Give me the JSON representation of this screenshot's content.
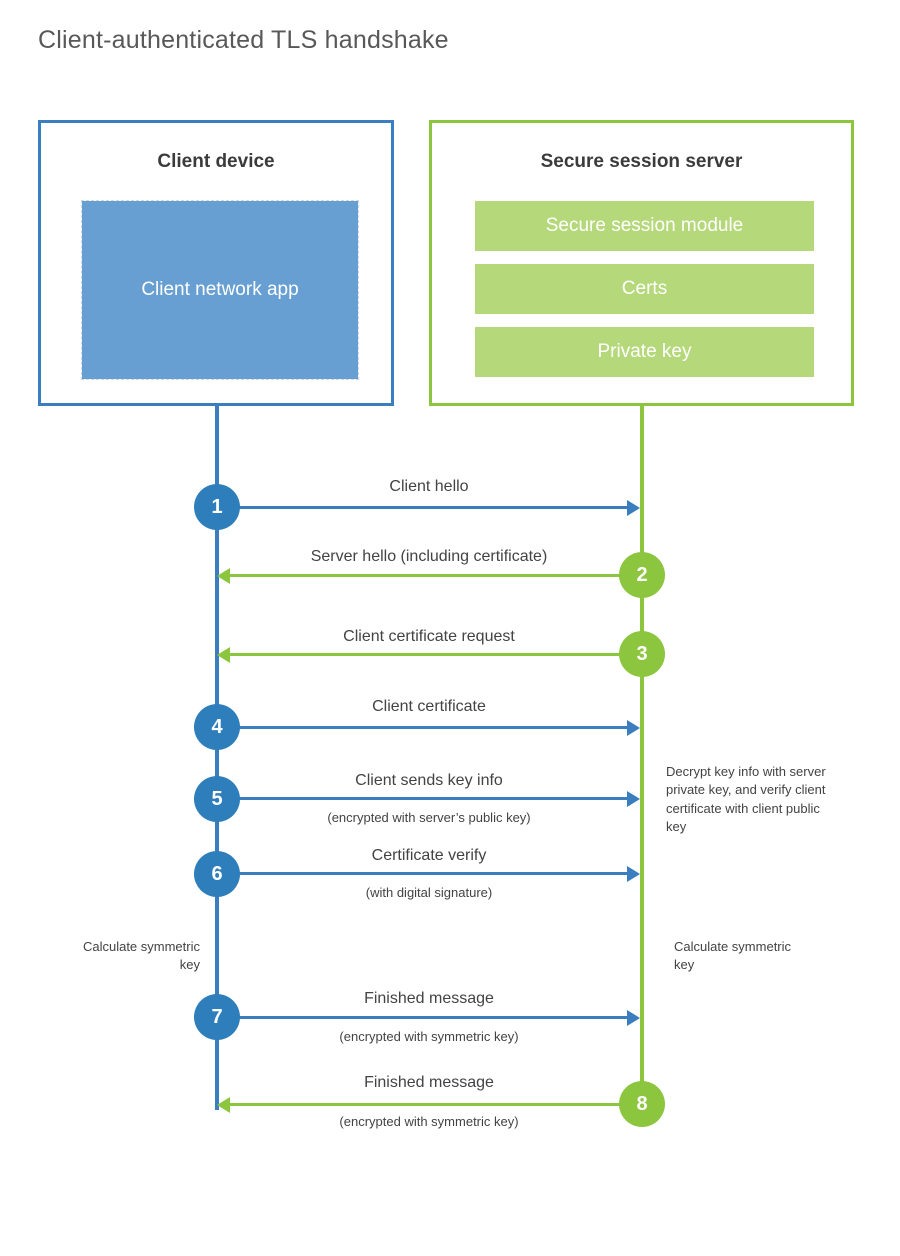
{
  "title": "Client-authenticated TLS handshake",
  "colors": {
    "client_blue": "#3b7ebf",
    "client_circle_blue": "#2e7ebb",
    "client_app_fill": "#679fd2",
    "server_green": "#8cc63e",
    "server_bar_fill": "#b5d97a",
    "text_dark": "#434343",
    "title_gray": "#585858"
  },
  "client": {
    "title": "Client device",
    "app_label": "Client network app"
  },
  "server": {
    "title": "Secure session server",
    "components": [
      {
        "label": "Secure session module"
      },
      {
        "label": "Certs"
      },
      {
        "label": "Private key"
      }
    ]
  },
  "notes": {
    "server_decrypt": "Decrypt key info with server private key, and verify client certificate with client public key",
    "client_calculate": "Calculate symmetric key",
    "server_calculate": "Calculate symmetric key"
  },
  "steps": [
    {
      "number": "1",
      "label": "Client hello",
      "sub": "",
      "direction": "client-to-server",
      "side": "client"
    },
    {
      "number": "2",
      "label": "Server hello (including certificate)",
      "sub": "",
      "direction": "server-to-client",
      "side": "server"
    },
    {
      "number": "3",
      "label": "Client certificate request",
      "sub": "",
      "direction": "server-to-client",
      "side": "server"
    },
    {
      "number": "4",
      "label": "Client certificate",
      "sub": "",
      "direction": "client-to-server",
      "side": "client"
    },
    {
      "number": "5",
      "label": "Client sends key info",
      "sub": "(encrypted with server’s public key)",
      "direction": "client-to-server",
      "side": "client"
    },
    {
      "number": "6",
      "label": "Certificate verify",
      "sub": "(with digital signature)",
      "direction": "client-to-server",
      "side": "client"
    },
    {
      "number": "7",
      "label": "Finished message",
      "sub": "(encrypted with symmetric key)",
      "direction": "client-to-server",
      "side": "client"
    },
    {
      "number": "8",
      "label": "Finished message",
      "sub": "(encrypted with symmetric key)",
      "direction": "server-to-client",
      "side": "server"
    }
  ]
}
